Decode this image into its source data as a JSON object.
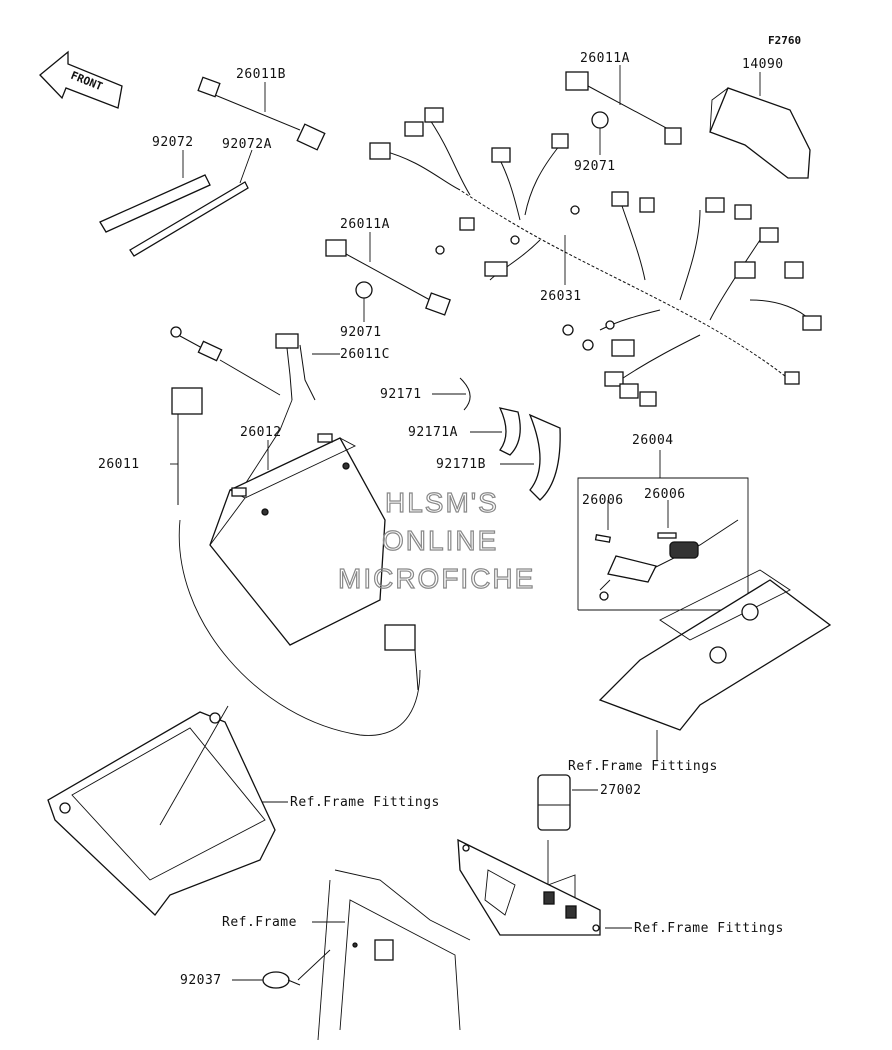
{
  "figure_code": "F2760",
  "front_label": "FRONT",
  "watermark": [
    "HLSM'S",
    "ONLINE",
    "MICROFICHE"
  ],
  "parts": {
    "p26011B": "26011B",
    "p92072": "92072",
    "p92072A": "92072A",
    "p26011A_top": "26011A",
    "p14090": "14090",
    "p92071_top": "92071",
    "p26011A_mid": "26011A",
    "p26031": "26031",
    "p92071_mid": "92071",
    "p26011C": "26011C",
    "p92171": "92171",
    "p92171A": "92171A",
    "p92171B": "92171B",
    "p26012": "26012",
    "p26011": "26011",
    "p26004": "26004",
    "p26006_a": "26006",
    "p26006_b": "26006",
    "p27002": "27002",
    "p92037": "92037"
  },
  "refs": {
    "frame_fittings_1": "Ref.Frame Fittings",
    "frame_fittings_2": "Ref.Frame Fittings",
    "frame_fittings_3": "Ref.Frame Fittings",
    "frame": "Ref.Frame"
  }
}
